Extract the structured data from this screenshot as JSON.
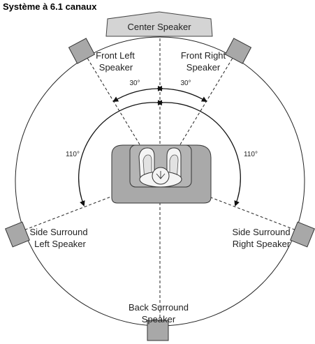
{
  "title": "Système à 6.1 canaux",
  "speakers": {
    "center": "Center Speaker",
    "front_left_1": "Front Left",
    "front_left_2": "Speaker",
    "front_right_1": "Front Right",
    "front_right_2": "Speaker",
    "side_left_1": "Side Surround",
    "side_left_2": "Left Speaker",
    "side_right_1": "Side Surround",
    "side_right_2": "Right Speaker",
    "back_1": "Back Surround",
    "back_2": "Speaker"
  },
  "angles": {
    "front_left": "30°",
    "front_right": "30°",
    "side_left": "110°",
    "side_right": "110°"
  },
  "colors": {
    "speaker_fill": "#a8a8a8",
    "sofa_fill": "#a9a9a9",
    "line": "#222222"
  }
}
